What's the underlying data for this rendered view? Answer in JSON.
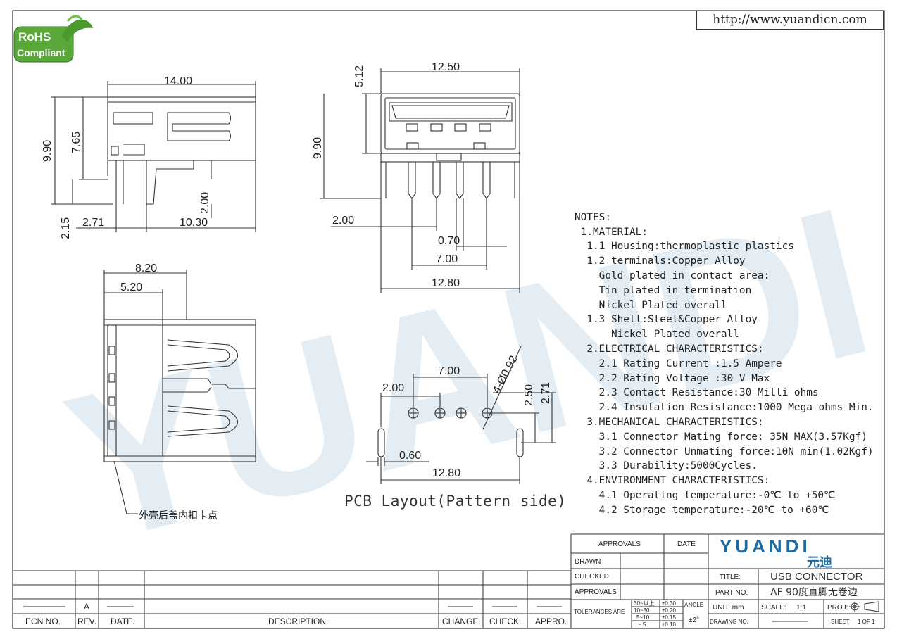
{
  "header": {
    "url": "http://www.yuandicn.com",
    "rohs_line1": "RoHS",
    "rohs_line2": "Compliant"
  },
  "watermark": {
    "text": "YUANDI"
  },
  "side_view": {
    "dims": {
      "width": "14.00",
      "height": "9.90",
      "mid": "7.65",
      "pin": "2.00",
      "bottom": "2.15",
      "offset": "2.71",
      "span": "10.30"
    }
  },
  "front_view": {
    "dims": {
      "width": "12.50",
      "top": "5.12",
      "height": "9.90",
      "left": "2.00",
      "pin": "0.70",
      "pitch": "7.00",
      "total": "12.80"
    }
  },
  "top_view": {
    "dims": {
      "outer": "8.20",
      "inner": "5.20"
    },
    "callout": "外壳后盖内扣卡点"
  },
  "pcb_layout": {
    "title": "PCB Layout(Pattern side)",
    "dims": {
      "pitch": "7.00",
      "left": "2.00",
      "hole": "4-Ø0.92",
      "h1": "2.50",
      "h2": "2.71",
      "slot": "0.60",
      "total": "12.80"
    }
  },
  "notes": [
    "NOTES:",
    " 1.MATERIAL:",
    "  1.1 Housing:thermoplastic plastics",
    "  1.2 terminals:Copper Alloy",
    "    Gold plated in contact area:",
    "    Tin plated in termination",
    "    Nickel Plated overall",
    "  1.3 Shell:Steel&Copper Alloy",
    "      Nickel Plated overall",
    "  2.ELECTRICAL CHARACTERISTICS:",
    "    2.1 Rating Current :1.5 Ampere",
    "    2.2 Rating Voltage :30 V Max",
    "    2.3 Contact Resistance:30 Milli ohms",
    "    2.4 Insulation Resistance:1000 Mega ohms Min.",
    "  3.MECHANICAL CHARACTERISTICS:",
    "    3.1 Connector Mating force: 35N MAX(3.57Kgf)",
    "    3.2 Connector Unmating force:10N min(1.02Kgf)",
    "    3.3 Durability:5000Cycles.",
    "  4.ENVIRONMENT CHARACTERISTICS:",
    "    4.1 Operating temperature:-0℃ to +50℃",
    "    4.2 Storage temperature:-20℃ to +60℃"
  ],
  "title_block": {
    "approvals": "APPROVALS",
    "date": "DATE",
    "drawn": "DRAWN",
    "checked": "CHECKED",
    "approvals2": "APPROVALS",
    "tolerances": "TOLERANCES ARE",
    "tol_ranges": [
      "30~以上",
      "10~30",
      "5~10",
      "~ 5"
    ],
    "tol_values": [
      "±0.30",
      "±0.20",
      "±0.15",
      "±0.10"
    ],
    "angle": "ANGLE",
    "angle_value": "±2°",
    "brand": "YUANDI",
    "brand_cn": "元迪",
    "title_label": "TITLE:",
    "title_value": "USB CONNECTOR",
    "part_label": "PART NO.",
    "part_value": "AF 90度直脚无卷边",
    "unit": "UNIT: mm",
    "scale_label": "SCALE:",
    "scale_value": "1:1",
    "proj": "PROJ:",
    "drawing_no": "DRAWING NO.",
    "sheet": "SHEET",
    "sheet_value": "1 OF 1"
  },
  "revision_block": {
    "rev_value": "A",
    "ecn": "ECN NO.",
    "rev": "REV.",
    "date": "DATE.",
    "description": "DESCRIPTION.",
    "change": "CHANGE.",
    "check": "CHECK.",
    "appro": "APPRO."
  }
}
